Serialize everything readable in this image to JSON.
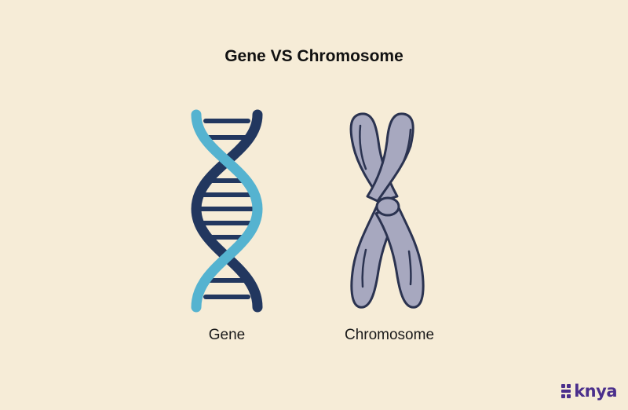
{
  "title": "Gene VS Chromosome",
  "items": [
    {
      "label": "Gene",
      "icon": "dna-double-helix-icon"
    },
    {
      "label": "Chromosome",
      "icon": "chromosome-icon"
    }
  ],
  "brand": {
    "name": "knya",
    "icon": "knya-logo-icon"
  },
  "colors": {
    "background": "#f6ecd7",
    "dna_dark": "#22375f",
    "dna_light": "#55b3d0",
    "chromosome_fill": "#a7a8bf",
    "chromosome_outline": "#2b3350",
    "brand": "#4b2f8c"
  }
}
